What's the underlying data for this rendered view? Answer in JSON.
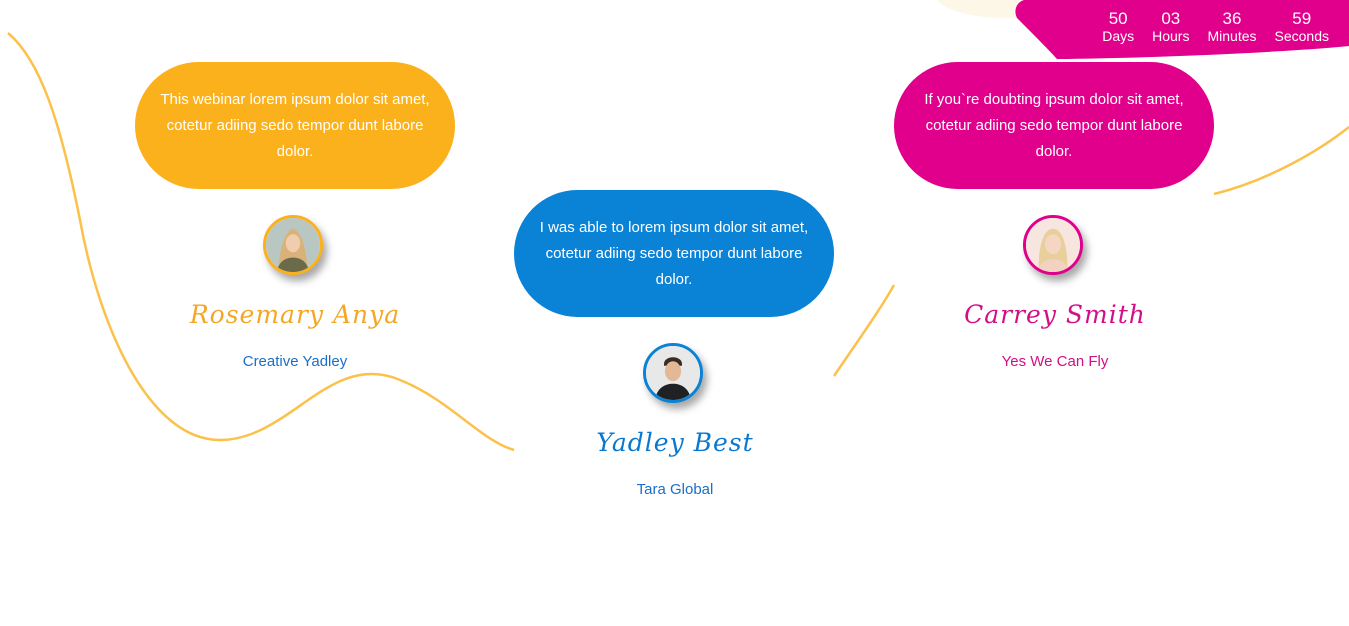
{
  "countdown": {
    "items": [
      {
        "value": "50",
        "label": "Days"
      },
      {
        "value": "03",
        "label": "Hours"
      },
      {
        "value": "36",
        "label": "Minutes"
      },
      {
        "value": "59",
        "label": "Seconds"
      }
    ]
  },
  "testimonials": [
    {
      "quote": "This webinar lorem ipsum dolor sit amet, cotetur adiing sedo tempor dunt labore dolor.",
      "name": "Rosemary Anya",
      "company": "Creative Yadley"
    },
    {
      "quote": "I was able to lorem ipsum dolor sit amet, cotetur adiing sedo tempor dunt labore dolor.",
      "name": "Yadley Best",
      "company": "Tara Global"
    },
    {
      "quote": "If you`re doubting ipsum dolor sit amet, cotetur adiing sedo tempor dunt labore dolor.",
      "name": "Carrey Smith",
      "company": "Yes We Can Fly"
    }
  ],
  "colors": {
    "yellow": "#fbb11c",
    "blue": "#0a82d6",
    "pink": "#e1008b",
    "curve": "#fbc14a"
  }
}
